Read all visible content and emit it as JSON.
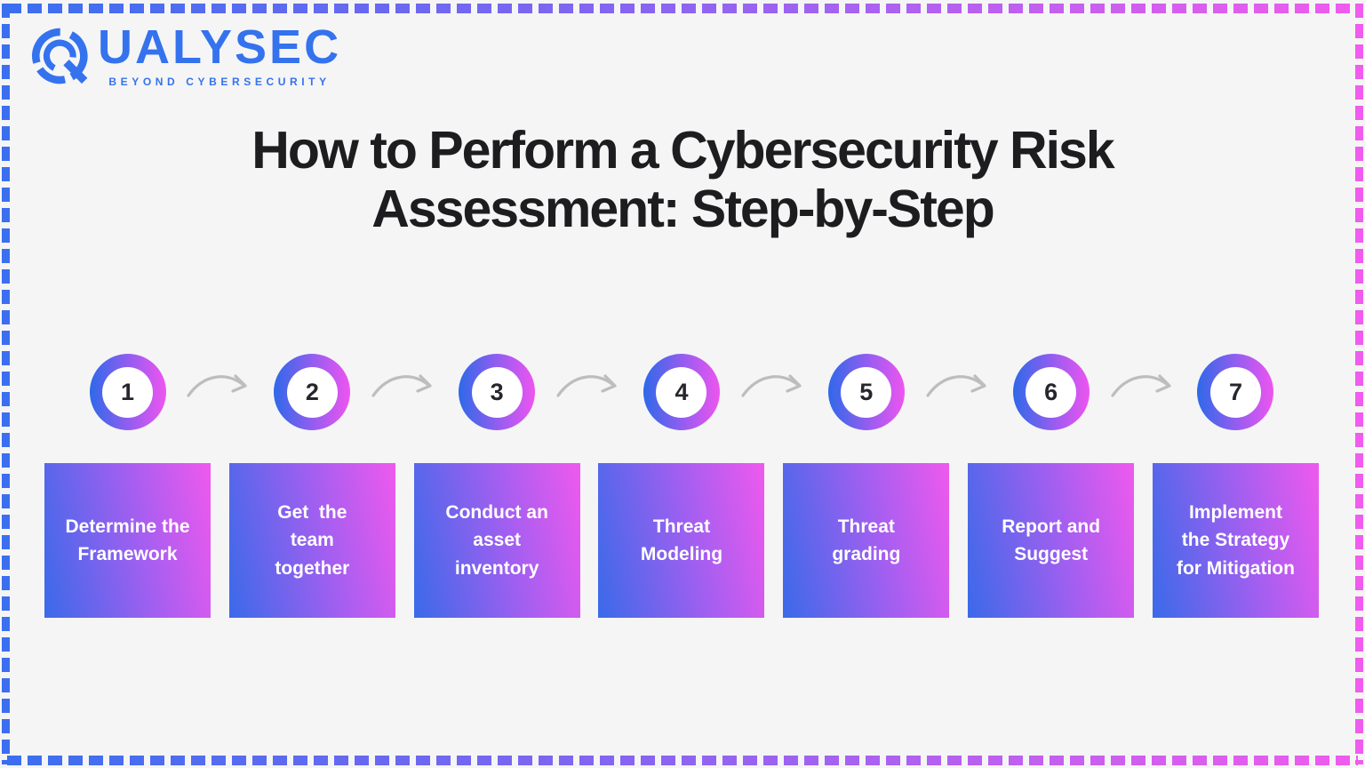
{
  "logo": {
    "brand": "QUALYSEC",
    "wordmark_rest": "UALYSEC",
    "tagline": "BEYOND CYBERSECURITY",
    "brand_color": "#3472ee"
  },
  "title": {
    "lines": [
      "How to Perform a Cybersecurity Risk",
      "Assessment: Step-by-Step"
    ],
    "full": "How to Perform a Cybersecurity Risk Assessment: Step-by-Step"
  },
  "steps": [
    {
      "number": "1",
      "label": "Determine the\nFramework"
    },
    {
      "number": "2",
      "label": "Get  the\nteam\ntogether"
    },
    {
      "number": "3",
      "label": "Conduct an\nasset\ninventory"
    },
    {
      "number": "4",
      "label": "Threat\nModeling"
    },
    {
      "number": "5",
      "label": "Threat\ngrading"
    },
    {
      "number": "6",
      "label": "Report and\nSuggest"
    },
    {
      "number": "7",
      "label": "Implement\nthe Strategy\nfor Mitigation"
    }
  ],
  "colors": {
    "background": "#f5f5f6",
    "brand_blue": "#3472ee",
    "gradient_blue": "#3a6ae9",
    "gradient_pink": "#ef59ee",
    "ring_blue": "#2e69e9",
    "ring_pink": "#ee55ef",
    "title_text": "#1d1d20",
    "arrow_gray": "#bdbdbd",
    "step_text": "#ffffff",
    "number_text": "#26262c"
  }
}
